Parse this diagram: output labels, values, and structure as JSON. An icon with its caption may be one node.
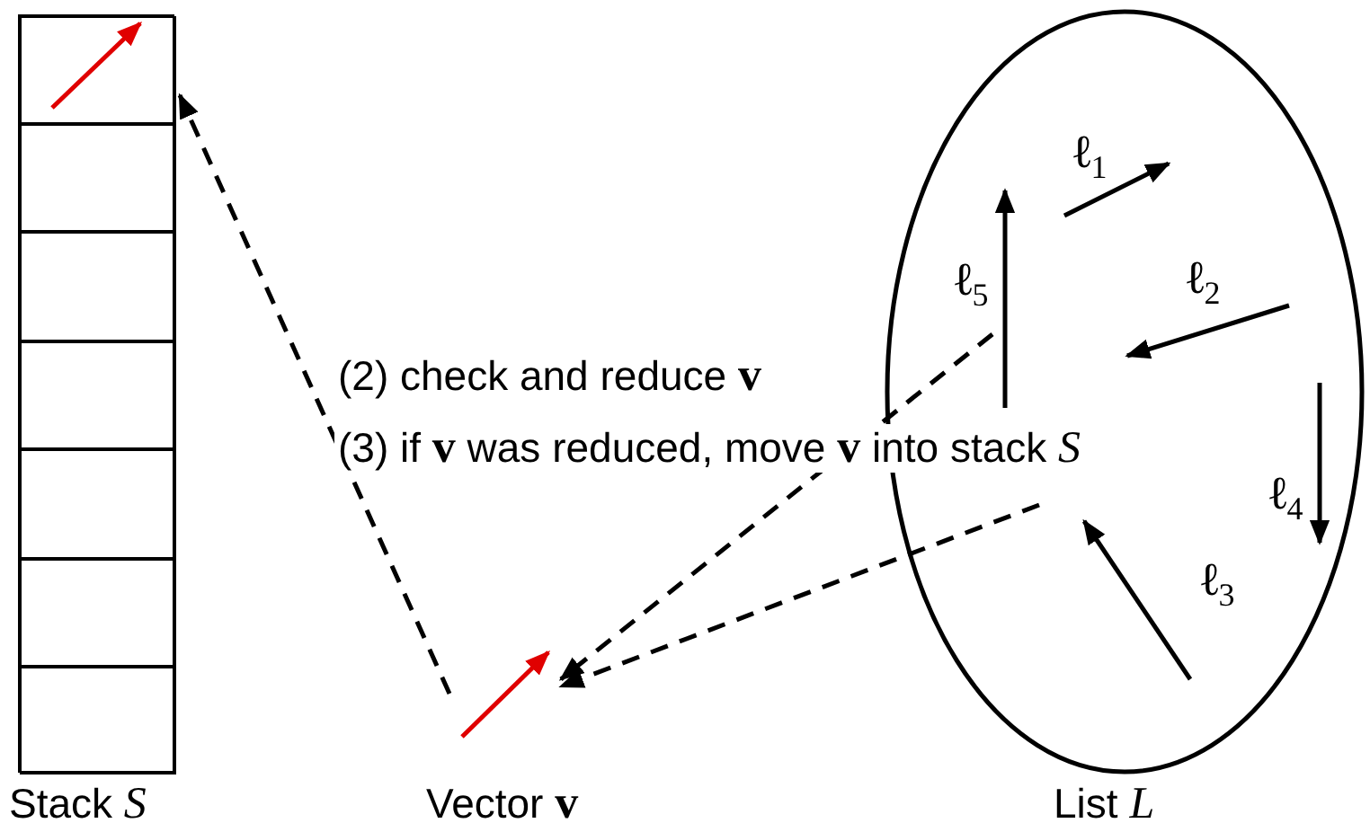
{
  "diagram": {
    "nodes": [
      {
        "text": [],
        "shape": "box",
        "beside": [
          "Stack *S*"
        ]
      },
      {
        "text": [],
        "shape": "box",
        "in": 0
      },
      {
        "text": [],
        "shape": "box",
        "in": 0
      },
      {
        "text": [],
        "shape": "box",
        "in": 0
      },
      {
        "text": [],
        "shape": "box",
        "in": 0
      },
      {
        "text": [],
        "shape": "box",
        "in": 0
      },
      {
        "text": [],
        "shape": "box",
        "in": 0
      },
      {
        "text": [],
        "shape": "box",
        "in": 0
      },
      {
        "text": [],
        "shape": "picture",
        "beside": [
          "Vector **v**"
        ]
      },
      {
        "text": [],
        "shape": "ellipse",
        "beside": [
          "List *L*"
        ]
      },
      {
        "text": [],
        "shape": "picture",
        "in": 9,
        "beside": [
          "**ℓ**$_{1}$"
        ]
      },
      {
        "text": [],
        "shape": "picture",
        "in": 9,
        "beside": [
          "**ℓ**$_{5}$"
        ]
      },
      {
        "text": [],
        "shape": "picture",
        "in": 9,
        "beside": [
          "**ℓ**$_{2}$"
        ]
      },
      {
        "text": [],
        "shape": "picture",
        "in": 9,
        "beside": [
          "**ℓ**$_{4}$"
        ]
      },
      {
        "text": [],
        "shape": "picture",
        "in": 9,
        "beside": [
          "**ℓ**$_{3}$"
        ]
      }
    ],
    "edges": [
      {
        "from": 8,
        "to": 1,
        "arrow": "to",
        "style": "dashed"
      },
      {
        "from": 11,
        "to": 8,
        "arrow": "to",
        "style": "dashed"
      },
      {
        "from": null,
        "to": 8,
        "arrow": "to",
        "style": "dashed"
      }
    ],
    "labels": [
      "(2) check and reduce **v**",
      "(3) if **v** was reduced, move **v** into stack *S*"
    ]
  }
}
